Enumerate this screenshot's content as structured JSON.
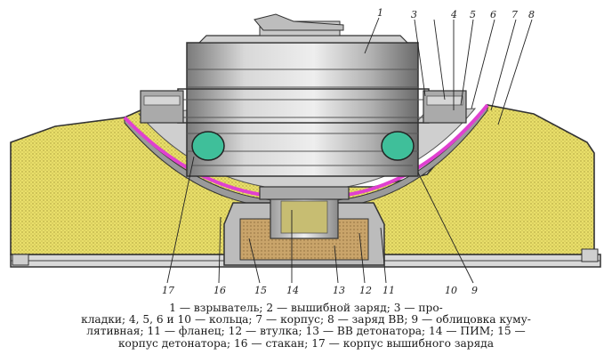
{
  "figure": {
    "callouts": {
      "n1": "1",
      "n3": "3",
      "n4": "4",
      "n5": "5",
      "n6": "6",
      "n7": "7",
      "n8": "8",
      "n9": "9",
      "n10": "10",
      "n11": "11",
      "n12": "12",
      "n13": "13",
      "n14": "14",
      "n15": "15",
      "n16": "16",
      "n17": "17"
    }
  },
  "caption": {
    "lines": [
      "1 — взрыватель; 2 — вышибной заряд; 3 — про-",
      "кладки; 4, 5, 6 и 10 — кольца; 7 — корпус; 8 — заряд ВВ; 9 — облицовка куму-",
      "лятивная; 11 — фланец; 12 — втулка; 13 — ВВ детонатора; 14 — ПИМ; 15 —",
      "корпус детонатора; 16 — стакан; 17 — корпус вышибного заряда"
    ]
  },
  "colors": {
    "explosive": "#e9df6a",
    "liner": "#e040d0",
    "ring": "#3fbf9a",
    "detonator": "#c9a46a",
    "metal": "#b9b9b9"
  }
}
